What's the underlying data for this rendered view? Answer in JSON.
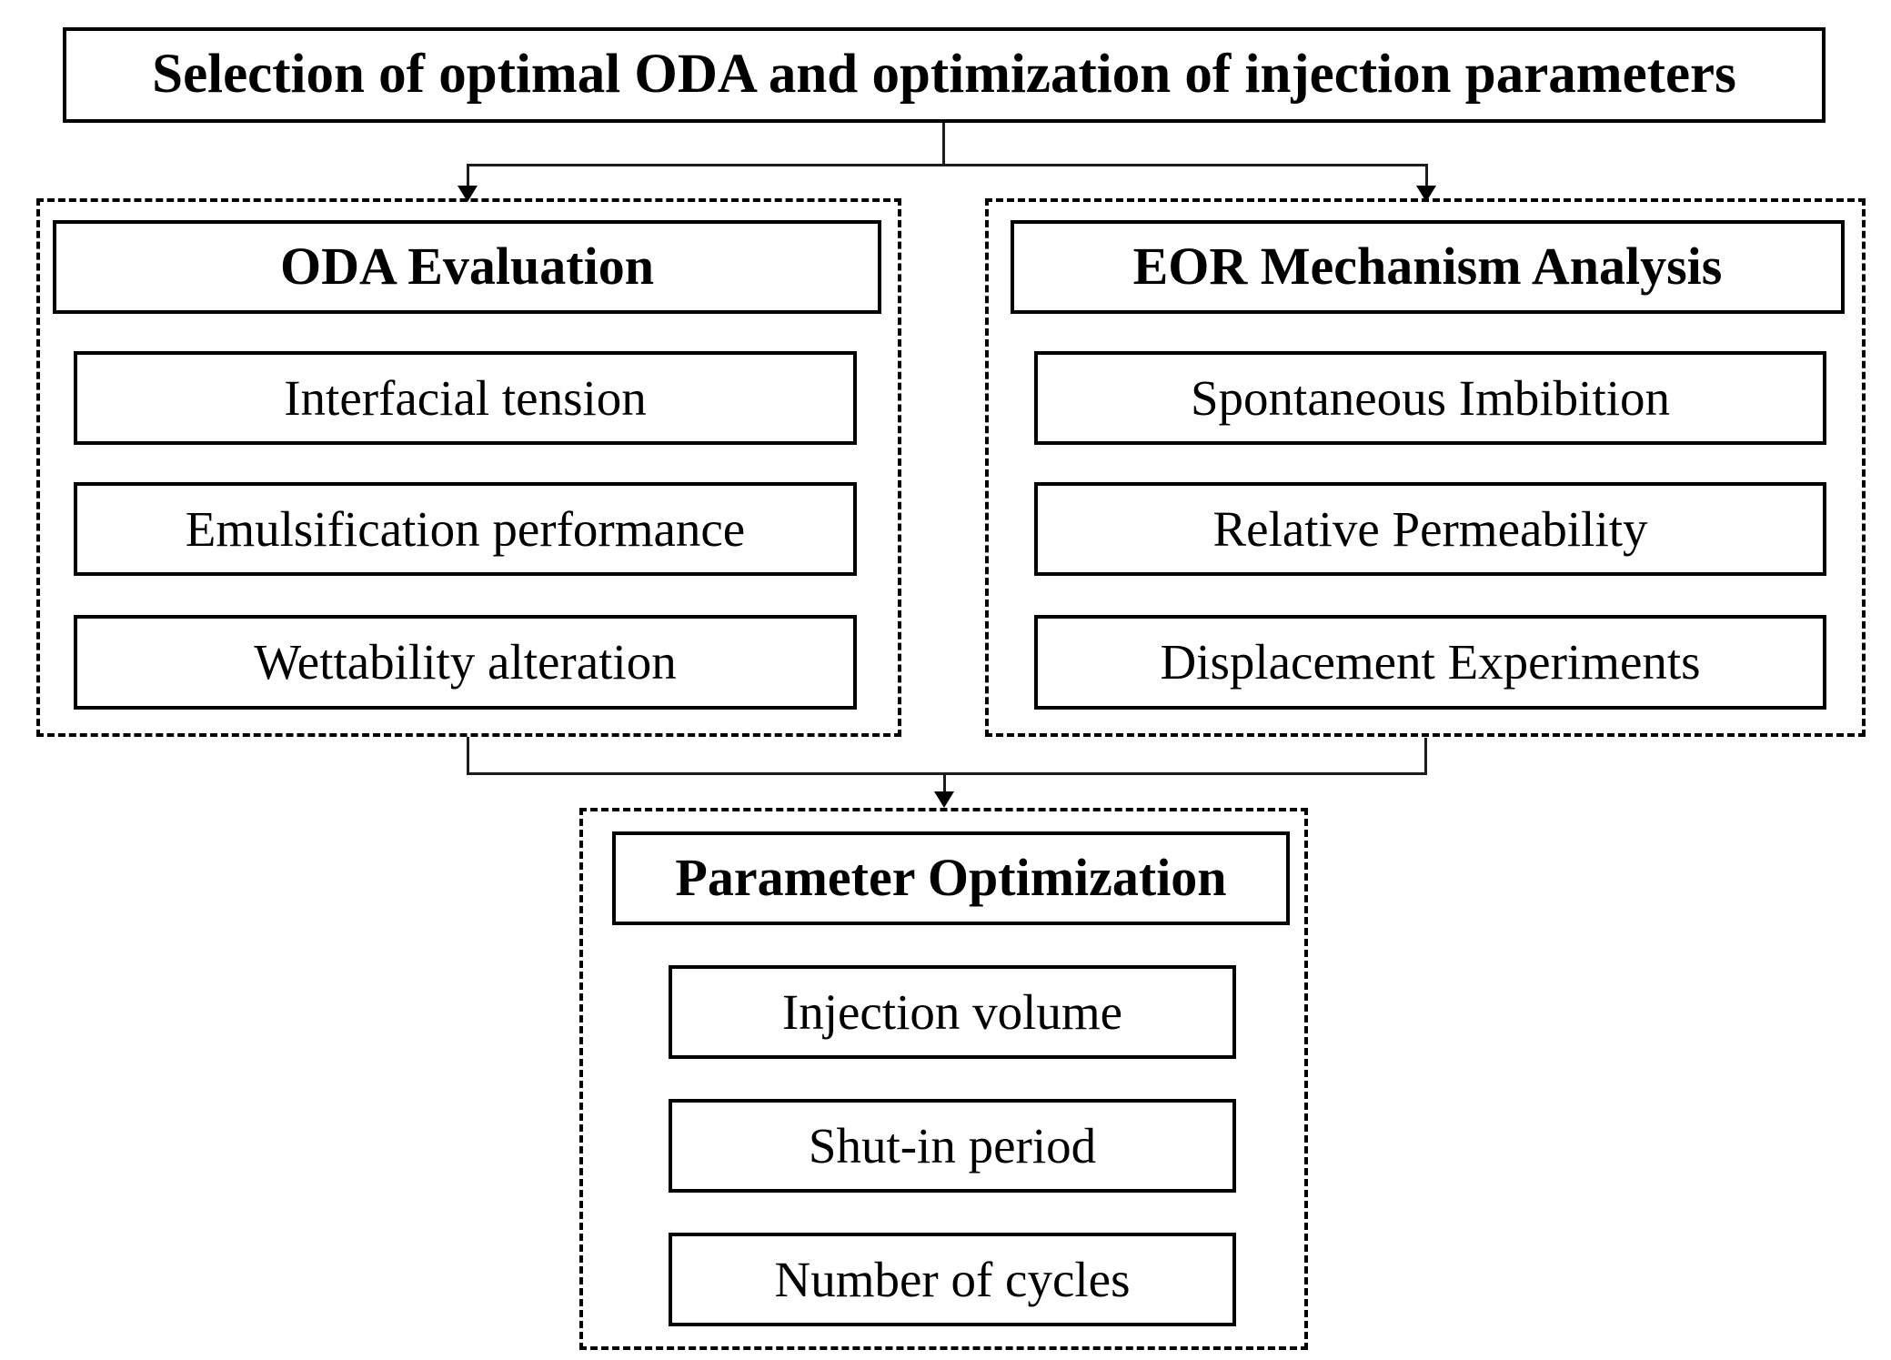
{
  "colors": {
    "line": "#000000",
    "background": "#ffffff",
    "box_fill": "#ffffff"
  },
  "title": "Selection of optimal ODA and optimization of injection parameters",
  "groups": [
    {
      "header": "ODA Evaluation",
      "items": [
        "Interfacial tension",
        "Emulsification performance",
        "Wettability alteration"
      ]
    },
    {
      "header": "EOR Mechanism Analysis",
      "items": [
        "Spontaneous Imbibition",
        "Relative Permeability",
        "Displacement Experiments"
      ]
    },
    {
      "header": "Parameter Optimization",
      "items": [
        "Injection volume",
        "Shut-in period",
        "Number of cycles"
      ]
    }
  ]
}
